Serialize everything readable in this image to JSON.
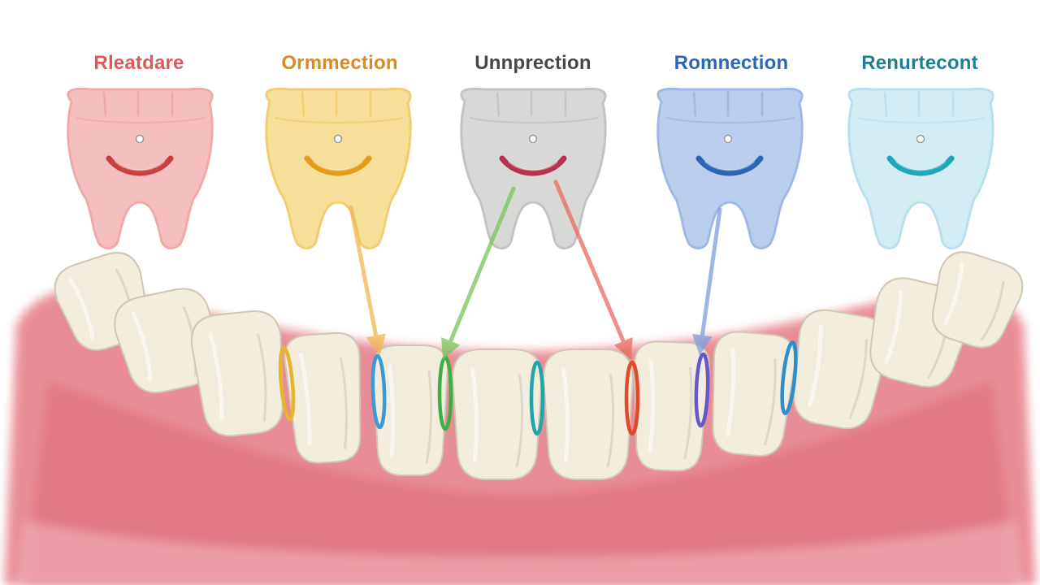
{
  "categories": [
    {
      "label": "Rleatdare",
      "color": "#dd5a5a",
      "tooth_fill": "#f6b9b9",
      "tooth_stroke": "#eea0a0",
      "mark": "#c94040"
    },
    {
      "label": "Ormmection",
      "color": "#d88a24",
      "tooth_fill": "#f6dc8e",
      "tooth_stroke": "#efc860",
      "mark": "#e69a18"
    },
    {
      "label": "Unnprection",
      "color": "#474747",
      "tooth_fill": "#d4d4d2",
      "tooth_stroke": "#bdbdbb",
      "mark": "#b8324f"
    },
    {
      "label": "Romnection",
      "color": "#2f66b3",
      "tooth_fill": "#b4c9ec",
      "tooth_stroke": "#95b2e2",
      "mark": "#2d64b8"
    },
    {
      "label": "Renurtecont",
      "color": "#1f7f95",
      "tooth_fill": "#cfeaf2",
      "tooth_stroke": "#b2dcea",
      "mark": "#1ea7b4"
    }
  ],
  "rings": [
    {
      "color": "#e7b52b"
    },
    {
      "color": "#3d9ad6"
    },
    {
      "color": "#3fae47"
    },
    {
      "color": "#1fa6aa"
    },
    {
      "color": "#e2482a"
    },
    {
      "color": "#6657c8"
    },
    {
      "color": "#2c8fc7"
    }
  ],
  "arrows": [
    {
      "color": "#f0b74e"
    },
    {
      "color": "#79c45a"
    },
    {
      "color": "#ea6a5f"
    },
    {
      "color": "#7f9edd"
    }
  ],
  "gum_color": "#e57a86",
  "tooth_color": "#f2ecdd"
}
